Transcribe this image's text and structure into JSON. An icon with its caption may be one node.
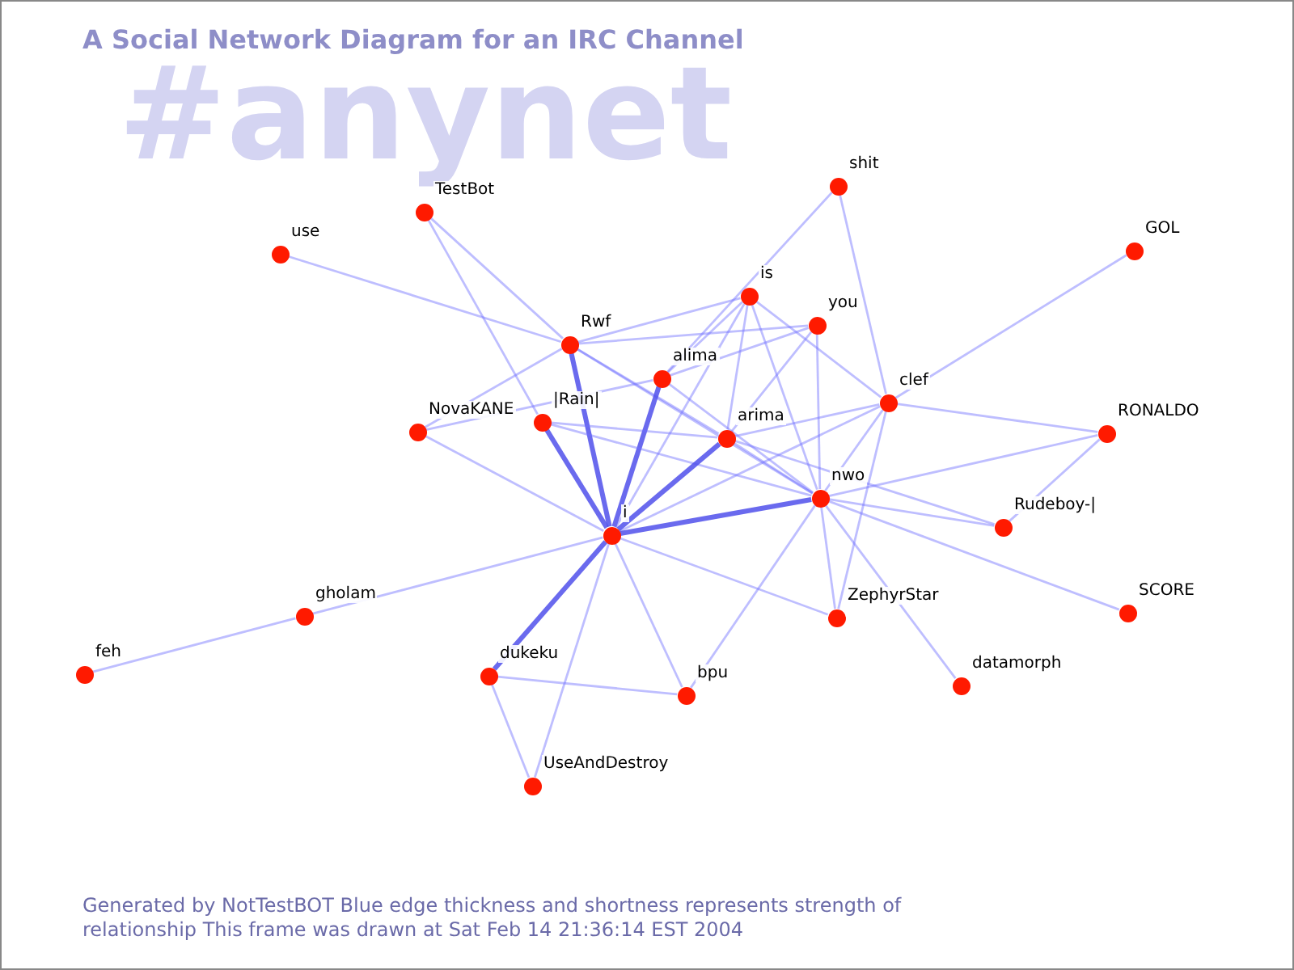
{
  "diagram": {
    "title": "A Social Network Diagram for an IRC Channel",
    "nodes": [
      {
        "text": [],
        "shape": "circle",
        "beside": [
          "TestBot"
        ]
      },
      {
        "text": [],
        "shape": "circle",
        "beside": [
          "use"
        ]
      },
      {
        "text": [],
        "shape": "circle",
        "beside": [
          "shit"
        ]
      },
      {
        "text": [],
        "shape": "circle",
        "beside": [
          "GOL"
        ]
      },
      {
        "text": [],
        "shape": "circle",
        "beside": [
          "is"
        ]
      },
      {
        "text": [],
        "shape": "circle",
        "beside": [
          "you"
        ]
      },
      {
        "text": [],
        "shape": "circle",
        "beside": [
          "Rwf"
        ]
      },
      {
        "text": [],
        "shape": "circle",
        "beside": [
          "alima"
        ]
      },
      {
        "text": [],
        "shape": "circle",
        "beside": [
          "clef"
        ]
      },
      {
        "text": [],
        "shape": "circle",
        "beside": [
          "NovaKANE"
        ]
      },
      {
        "text": [],
        "shape": "circle",
        "beside": [
          "|Rain|"
        ]
      },
      {
        "text": [],
        "shape": "circle",
        "beside": [
          "arima"
        ]
      },
      {
        "text": [],
        "shape": "circle",
        "beside": [
          "RONALDO"
        ]
      },
      {
        "text": [],
        "shape": "circle",
        "beside": [
          "nwo"
        ]
      },
      {
        "text": [],
        "shape": "circle",
        "beside": [
          "Rudeboy-|"
        ]
      },
      {
        "text": [],
        "shape": "circle",
        "beside": [
          "i"
        ]
      },
      {
        "text": [],
        "shape": "circle",
        "beside": [
          "SCORE"
        ]
      },
      {
        "text": [],
        "shape": "circle",
        "beside": [
          "gholam"
        ]
      },
      {
        "text": [],
        "shape": "circle",
        "beside": [
          "ZephyrStar"
        ]
      },
      {
        "text": [],
        "shape": "circle",
        "beside": [
          "feh"
        ]
      },
      {
        "text": [],
        "shape": "circle",
        "beside": [
          "dukeku"
        ]
      },
      {
        "text": [],
        "shape": "circle",
        "beside": [
          "bpu"
        ]
      },
      {
        "text": [],
        "shape": "circle",
        "beside": [
          "datamorph"
        ]
      },
      {
        "text": [],
        "shape": "circle",
        "beside": [
          "UseAndDestroy"
        ]
      }
    ],
    "edges": [
      {
        "from": 0,
        "to": 6,
        "arrow": "none"
      },
      {
        "from": 0,
        "to": 10,
        "arrow": "none"
      },
      {
        "from": 1,
        "to": 6,
        "arrow": "none"
      },
      {
        "from": 9,
        "to": 6,
        "arrow": "none"
      },
      {
        "from": 9,
        "to": 7,
        "arrow": "none"
      },
      {
        "from": 9,
        "to": 15,
        "arrow": "none"
      },
      {
        "from": 6,
        "to": 15,
        "arrow": "none",
        "style": "thick"
      },
      {
        "from": 6,
        "to": 4,
        "arrow": "none"
      },
      {
        "from": 6,
        "to": 5,
        "arrow": "none"
      },
      {
        "from": 6,
        "to": 11,
        "arrow": "none"
      },
      {
        "from": 6,
        "to": 13,
        "arrow": "none"
      },
      {
        "from": 7,
        "to": 15,
        "arrow": "none",
        "style": "thick"
      },
      {
        "from": 7,
        "to": 4,
        "arrow": "none"
      },
      {
        "from": 7,
        "to": 5,
        "arrow": "none"
      },
      {
        "from": 7,
        "to": 13,
        "arrow": "none"
      },
      {
        "from": 10,
        "to": 15,
        "arrow": "none",
        "style": "thick"
      },
      {
        "from": 10,
        "to": 11,
        "arrow": "none"
      },
      {
        "from": 10,
        "to": 13,
        "arrow": "none"
      },
      {
        "from": 2,
        "to": 7,
        "arrow": "none"
      },
      {
        "from": 2,
        "to": 8,
        "arrow": "none"
      },
      {
        "from": 4,
        "to": 11,
        "arrow": "none"
      },
      {
        "from": 4,
        "to": 13,
        "arrow": "none"
      },
      {
        "from": 4,
        "to": 8,
        "arrow": "none"
      },
      {
        "from": 4,
        "to": 15,
        "arrow": "none"
      },
      {
        "from": 5,
        "to": 11,
        "arrow": "none"
      },
      {
        "from": 5,
        "to": 13,
        "arrow": "none"
      },
      {
        "from": 8,
        "to": 3,
        "arrow": "none"
      },
      {
        "from": 8,
        "to": 12,
        "arrow": "none"
      },
      {
        "from": 8,
        "to": 11,
        "arrow": "none"
      },
      {
        "from": 8,
        "to": 13,
        "arrow": "none"
      },
      {
        "from": 8,
        "to": 18,
        "arrow": "none"
      },
      {
        "from": 8,
        "to": 15,
        "arrow": "none"
      },
      {
        "from": 11,
        "to": 15,
        "arrow": "none",
        "style": "thick"
      },
      {
        "from": 11,
        "to": 13,
        "arrow": "none"
      },
      {
        "from": 11,
        "to": 14,
        "arrow": "none"
      },
      {
        "from": 13,
        "to": 15,
        "arrow": "none",
        "style": "thick"
      },
      {
        "from": 13,
        "to": 12,
        "arrow": "none"
      },
      {
        "from": 13,
        "to": 14,
        "arrow": "none"
      },
      {
        "from": 13,
        "to": 16,
        "arrow": "none"
      },
      {
        "from": 13,
        "to": 18,
        "arrow": "none"
      },
      {
        "from": 13,
        "to": 22,
        "arrow": "none"
      },
      {
        "from": 13,
        "to": 21,
        "arrow": "none"
      },
      {
        "from": 14,
        "to": 12,
        "arrow": "none"
      },
      {
        "from": 15,
        "to": 17,
        "arrow": "none"
      },
      {
        "from": 15,
        "to": 18,
        "arrow": "none"
      },
      {
        "from": 15,
        "to": 20,
        "arrow": "none",
        "style": "thick"
      },
      {
        "from": 15,
        "to": 21,
        "arrow": "none"
      },
      {
        "from": 15,
        "to": 23,
        "arrow": "none"
      },
      {
        "from": 17,
        "to": 19,
        "arrow": "none"
      },
      {
        "from": 20,
        "to": 21,
        "arrow": "none"
      },
      {
        "from": 20,
        "to": 23,
        "arrow": "none"
      }
    ],
    "labels": [
      "#anynet"
    ],
    "caption": "Generated by NotTestBOT Blue edge thickness and shortness represents strength of relationship This frame was drawn at Sat Feb 14 21:36:14 EST 2004"
  }
}
